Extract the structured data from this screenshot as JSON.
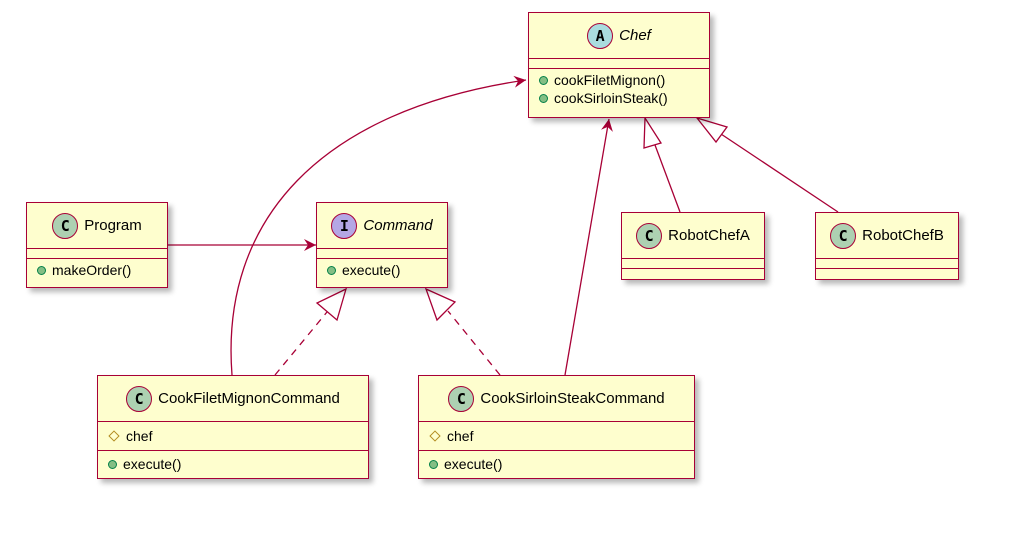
{
  "colors": {
    "class_fill": "#fefece",
    "border": "#a80036",
    "stereo_class": "#add1b2",
    "stereo_abstract": "#a9dcdf",
    "stereo_interface": "#b4a7e5",
    "public_dot": "#84be84",
    "protected_diamond": "#b38d22"
  },
  "classes": {
    "chef": {
      "stereotype": "A",
      "name": "Chef",
      "methods": [
        "cookFiletMignon()",
        "cookSirloinSteak()"
      ]
    },
    "program": {
      "stereotype": "C",
      "name": "Program",
      "methods": [
        "makeOrder()"
      ]
    },
    "command": {
      "stereotype": "I",
      "name": "Command",
      "methods": [
        "execute()"
      ]
    },
    "robot_chef_a": {
      "stereotype": "C",
      "name": "RobotChefA"
    },
    "robot_chef_b": {
      "stereotype": "C",
      "name": "RobotChefB"
    },
    "cook_filet": {
      "stereotype": "C",
      "name": "CookFiletMignonCommand",
      "fields": [
        "chef"
      ],
      "methods": [
        "execute()"
      ]
    },
    "cook_sirloin": {
      "stereotype": "C",
      "name": "CookSirloinSteakCommand",
      "fields": [
        "chef"
      ],
      "methods": [
        "execute()"
      ]
    }
  }
}
